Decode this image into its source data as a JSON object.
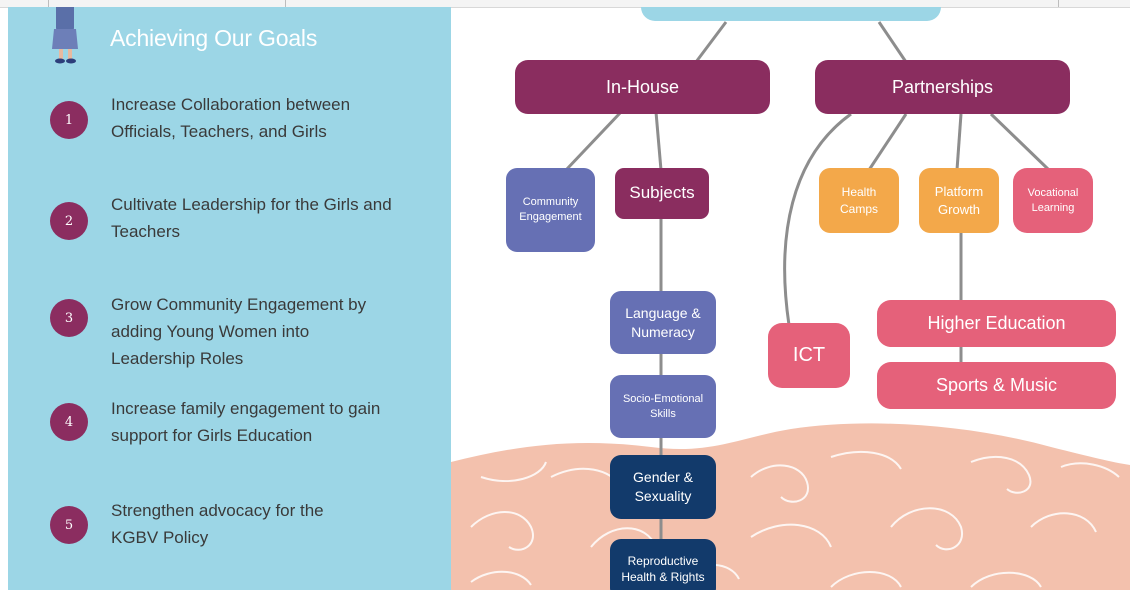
{
  "left_panel": {
    "title": "Achieving Our Goals",
    "goals": [
      {
        "num": "1",
        "text": "Increase Collaboration between Officials, Teachers, and Girls"
      },
      {
        "num": "2",
        "text": "Cultivate Leadership for the Girls and Teachers"
      },
      {
        "num": "3",
        "text": "Grow Community Engagement by adding Young Women into Leadership Roles"
      },
      {
        "num": "4",
        "text": "Increase family engagement to gain support for Girls Education"
      },
      {
        "num": "5",
        "text": "Strengthen advocacy for the KGBV Policy"
      }
    ]
  },
  "diagram": {
    "in_house": "In-House",
    "partnerships": "Partnerships",
    "community_engagement": "Community Engagement",
    "subjects": "Subjects",
    "language_numeracy": "Language & Numeracy",
    "socio_emotional": "Socio-Emotional Skills",
    "gender_sexuality": "Gender & Sexuality",
    "reproductive_health": "Reproductive Health & Rights",
    "health_camps": "Health Camps",
    "platform_growth": "Platform Growth",
    "vocational_learning": "Vocational Learning",
    "ict": "ICT",
    "higher_education": "Higher Education",
    "sports_music": "Sports & Music"
  },
  "colors": {
    "panel": "#9cd6e6",
    "purple": "#8a2d5f",
    "blue": "#6670b4",
    "navy": "#123a6b",
    "orange": "#f3a84a",
    "pink": "#e5617a",
    "wave": "#f3c1ad"
  }
}
